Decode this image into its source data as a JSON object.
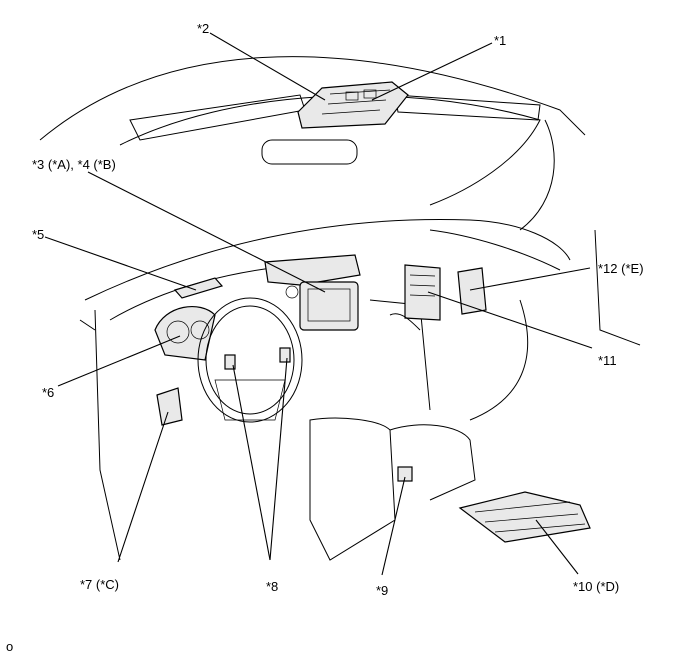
{
  "labels": {
    "c1": "*1",
    "c2": "*2",
    "c3_4": "*3 (*A), *4 (*B)",
    "c5": "*5",
    "c6": "*6",
    "c7": "*7 (*C)",
    "c8": "*8",
    "c9": "*9",
    "c10": "*10 (*D)",
    "c11": "*11",
    "c12": "*12 (*E)"
  },
  "corner_mark": "o"
}
